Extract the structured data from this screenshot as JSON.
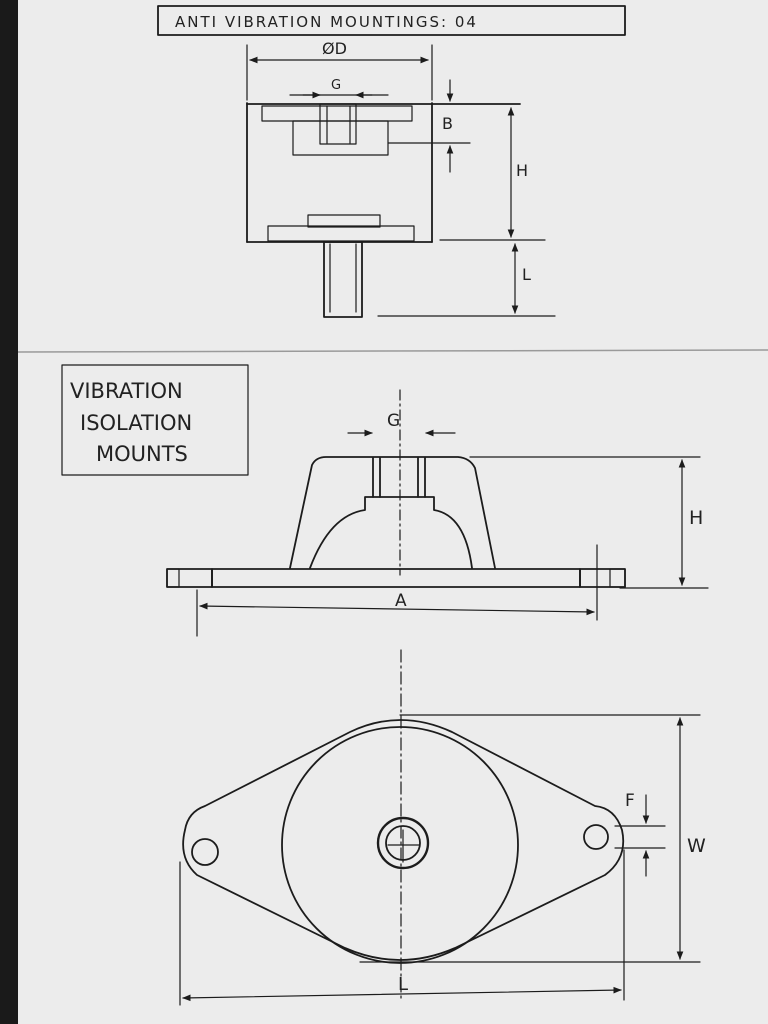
{
  "title_block": {
    "text": "ANTI VIBRATION MOUNTINGS: 04"
  },
  "section_label": {
    "line1": "VIBRATION",
    "line2": "ISOLATION",
    "line3": "MOUNTS"
  },
  "top_view": {
    "dims": {
      "diameter": "ØD",
      "thread": "G",
      "boss": "B",
      "height": "H",
      "stud_length": "L"
    }
  },
  "side_view": {
    "dims": {
      "thread": "G",
      "height": "H",
      "length": "A"
    }
  },
  "plan_view": {
    "dims": {
      "hole": "F",
      "width": "W",
      "length": "L"
    }
  }
}
